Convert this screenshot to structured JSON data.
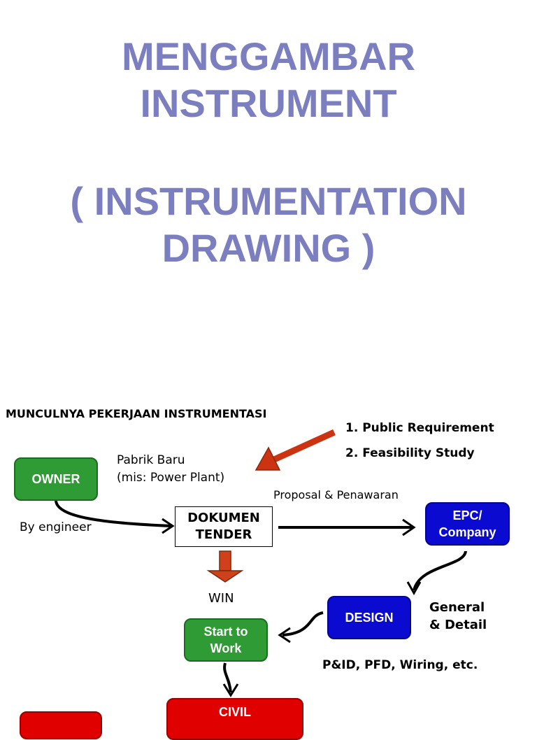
{
  "slide": {
    "title_lines": [
      "MENGGAMBAR",
      "INSTRUMENT",
      "( INSTRUMENTATION",
      "DRAWING )"
    ]
  },
  "diagram": {
    "heading": "MUNCULNYA PEKERJAAN INSTRUMENTASI",
    "requirements": [
      "1. Public Requirement",
      "2. Feasibility Study"
    ],
    "pabrik_line1": "Pabrik Baru",
    "pabrik_line2": "(mis: Power Plant)",
    "proposal": "Proposal & Penawaran",
    "by_engineer": "By engineer",
    "win": "WIN",
    "general_line1": "General",
    "general_line2": "& Detail",
    "pid": "P&ID, PFD, Wiring, etc.",
    "boxes": {
      "owner": "OWNER",
      "dokumen_line1": "DOKUMEN",
      "dokumen_line2": "TENDER",
      "epc_line1": "EPC/",
      "epc_line2": "Company",
      "design": "DESIGN",
      "start_line1": "Start to",
      "start_line2": "Work",
      "civil": "CIVIL"
    },
    "colors": {
      "title": "#7b7fc0",
      "green": "#2e9b34",
      "blue": "#0a0ad0",
      "red": "#e00000",
      "arrow_red": "#cc3311"
    }
  }
}
